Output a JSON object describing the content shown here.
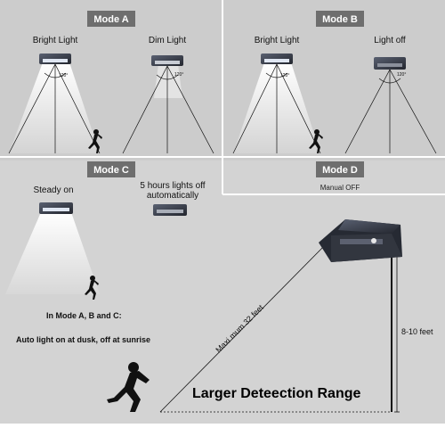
{
  "modes": {
    "a": {
      "title": "Mode A",
      "left_label": "Bright Light",
      "right_label": "Dim Light"
    },
    "b": {
      "title": "Mode B",
      "left_label": "Bright Light",
      "right_label": "Light off"
    },
    "c": {
      "title": "Mode C",
      "left_label": "Steady on",
      "right_label_line1": "5 hours lights off",
      "right_label_line2": "automatically"
    },
    "d": {
      "title": "Mode D",
      "subtitle": "Manual OFF"
    }
  },
  "angle_label": "120°",
  "notes": {
    "line1": "In Mode A, B and C:",
    "line2": "Auto light on at dusk, off at sunrise"
  },
  "range": {
    "distance": "Maxi mum 32 feet",
    "height": "8-10 feet",
    "headline": "Larger Deteection Range"
  },
  "colors": {
    "background": "#d3d3d3",
    "tab": "#6e6e6e",
    "tab_text": "#ffffff",
    "divider": "#ffffff",
    "device": "#3a3f4a",
    "beam": "#ffffff"
  }
}
